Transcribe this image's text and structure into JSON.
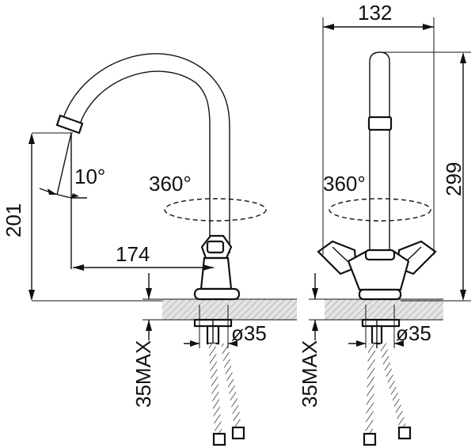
{
  "dimensions": {
    "width_top": "132",
    "height_total": "201",
    "height_spout": "299",
    "reach": "174",
    "angle": "10°",
    "rotation_left": "360°",
    "rotation_right": "360°",
    "hole_left": "ø35",
    "hole_right": "ø35",
    "max_thickness_left": "35MAX",
    "max_thickness_right": "35MAX"
  }
}
